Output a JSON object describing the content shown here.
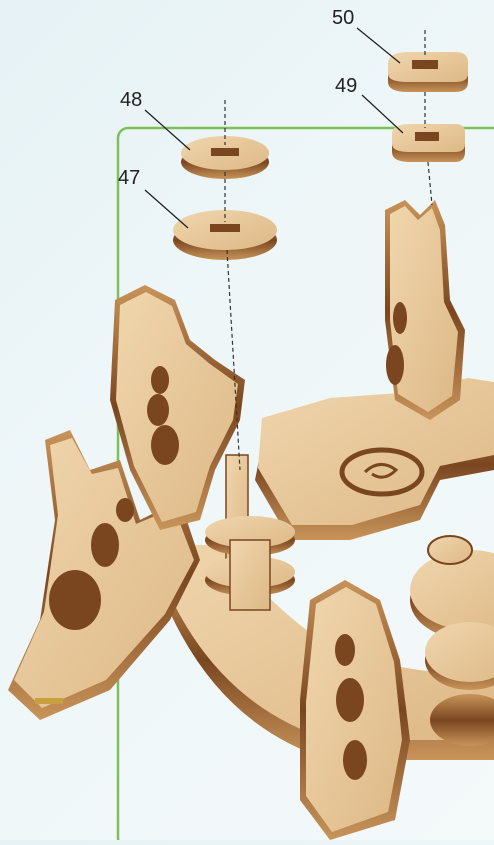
{
  "callouts": [
    {
      "id": "47",
      "label": "47"
    },
    {
      "id": "48",
      "label": "48"
    },
    {
      "id": "49",
      "label": "49"
    },
    {
      "id": "50",
      "label": "50"
    }
  ],
  "colors": {
    "background": "#eaf4f7",
    "frame_border": "#7cc05a",
    "wood_face": "#e8c99c",
    "wood_edge": "#b07a45",
    "wood_dark": "#6b3d1a",
    "guide_line": "#333333"
  }
}
